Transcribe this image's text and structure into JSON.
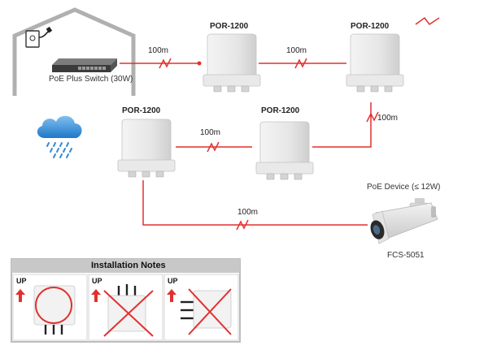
{
  "switch": {
    "label": "PoE Plus Switch (30W)"
  },
  "links": {
    "link1": "100m",
    "link2": "100m",
    "link3": "100m",
    "link4": "100m",
    "link5": "100m"
  },
  "devices": {
    "por1": "POR-1200",
    "por2": "POR-1200",
    "por3": "POR-1200",
    "por4": "POR-1200"
  },
  "camera": {
    "label": "PoE Device (≤ 12W)",
    "model": "FCS-5051"
  },
  "notes": {
    "title": "Installation Notes",
    "panel1_up": "UP",
    "panel2_up": "UP",
    "panel3_up": "UP"
  },
  "colors": {
    "cable": "#e0312f",
    "house": "#b0b0b0",
    "notes_header": "#c8c8c8",
    "wrong_mark": "#e0312f",
    "up_arrow": "#e0312f"
  }
}
